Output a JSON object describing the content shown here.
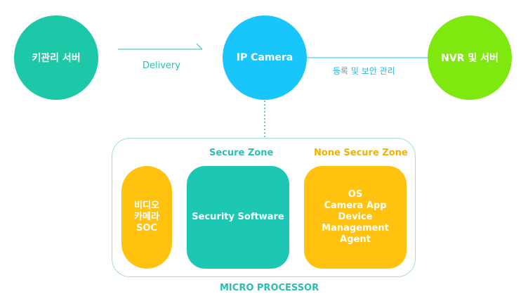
{
  "nodes": {
    "key_server": "키관리 서버",
    "ip_camera": "IP Camera",
    "nvr_server": "NVR 및 서버"
  },
  "edges": {
    "delivery": "Delivery",
    "register": "등록 및 보안 관리"
  },
  "micro_processor": {
    "label": "MICRO PROCESSOR",
    "secure_zone": "Secure Zone",
    "none_secure_zone": "None Secure Zone",
    "video_soc": [
      "비디오",
      "카메라",
      "SOC"
    ],
    "security_software": "Security Software",
    "agent": [
      "OS",
      "Camera App",
      "Device Management",
      "Agent"
    ]
  },
  "colors": {
    "teal": "#1cc8a8",
    "sky": "#19c6fb",
    "green": "#7ee80f",
    "yellow": "#ffc20e"
  }
}
